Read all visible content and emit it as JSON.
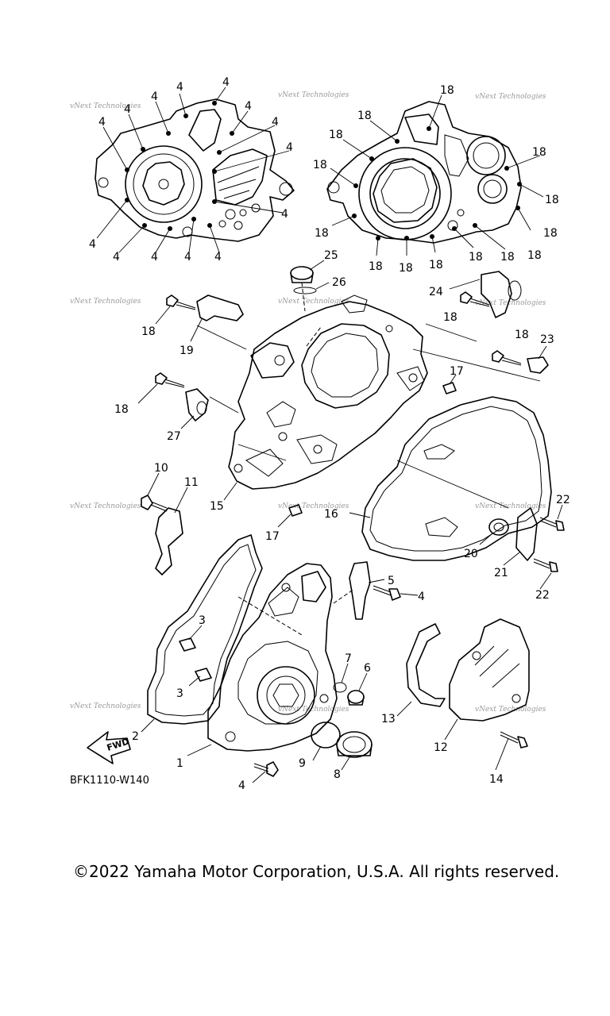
{
  "diagram": {
    "code": "BFK1110-W140",
    "copyright": "©2022 Yamaha Motor Corporation, U.S.A. All rights reserved.",
    "watermark": "vNext Technologies",
    "fwd_label": "FWD",
    "callouts": [
      "1",
      "2",
      "3",
      "4",
      "5",
      "6",
      "7",
      "8",
      "9",
      "10",
      "11",
      "12",
      "13",
      "14",
      "15",
      "16",
      "17",
      "18",
      "19",
      "20",
      "21",
      "22",
      "23",
      "24",
      "25",
      "26",
      "27"
    ]
  }
}
